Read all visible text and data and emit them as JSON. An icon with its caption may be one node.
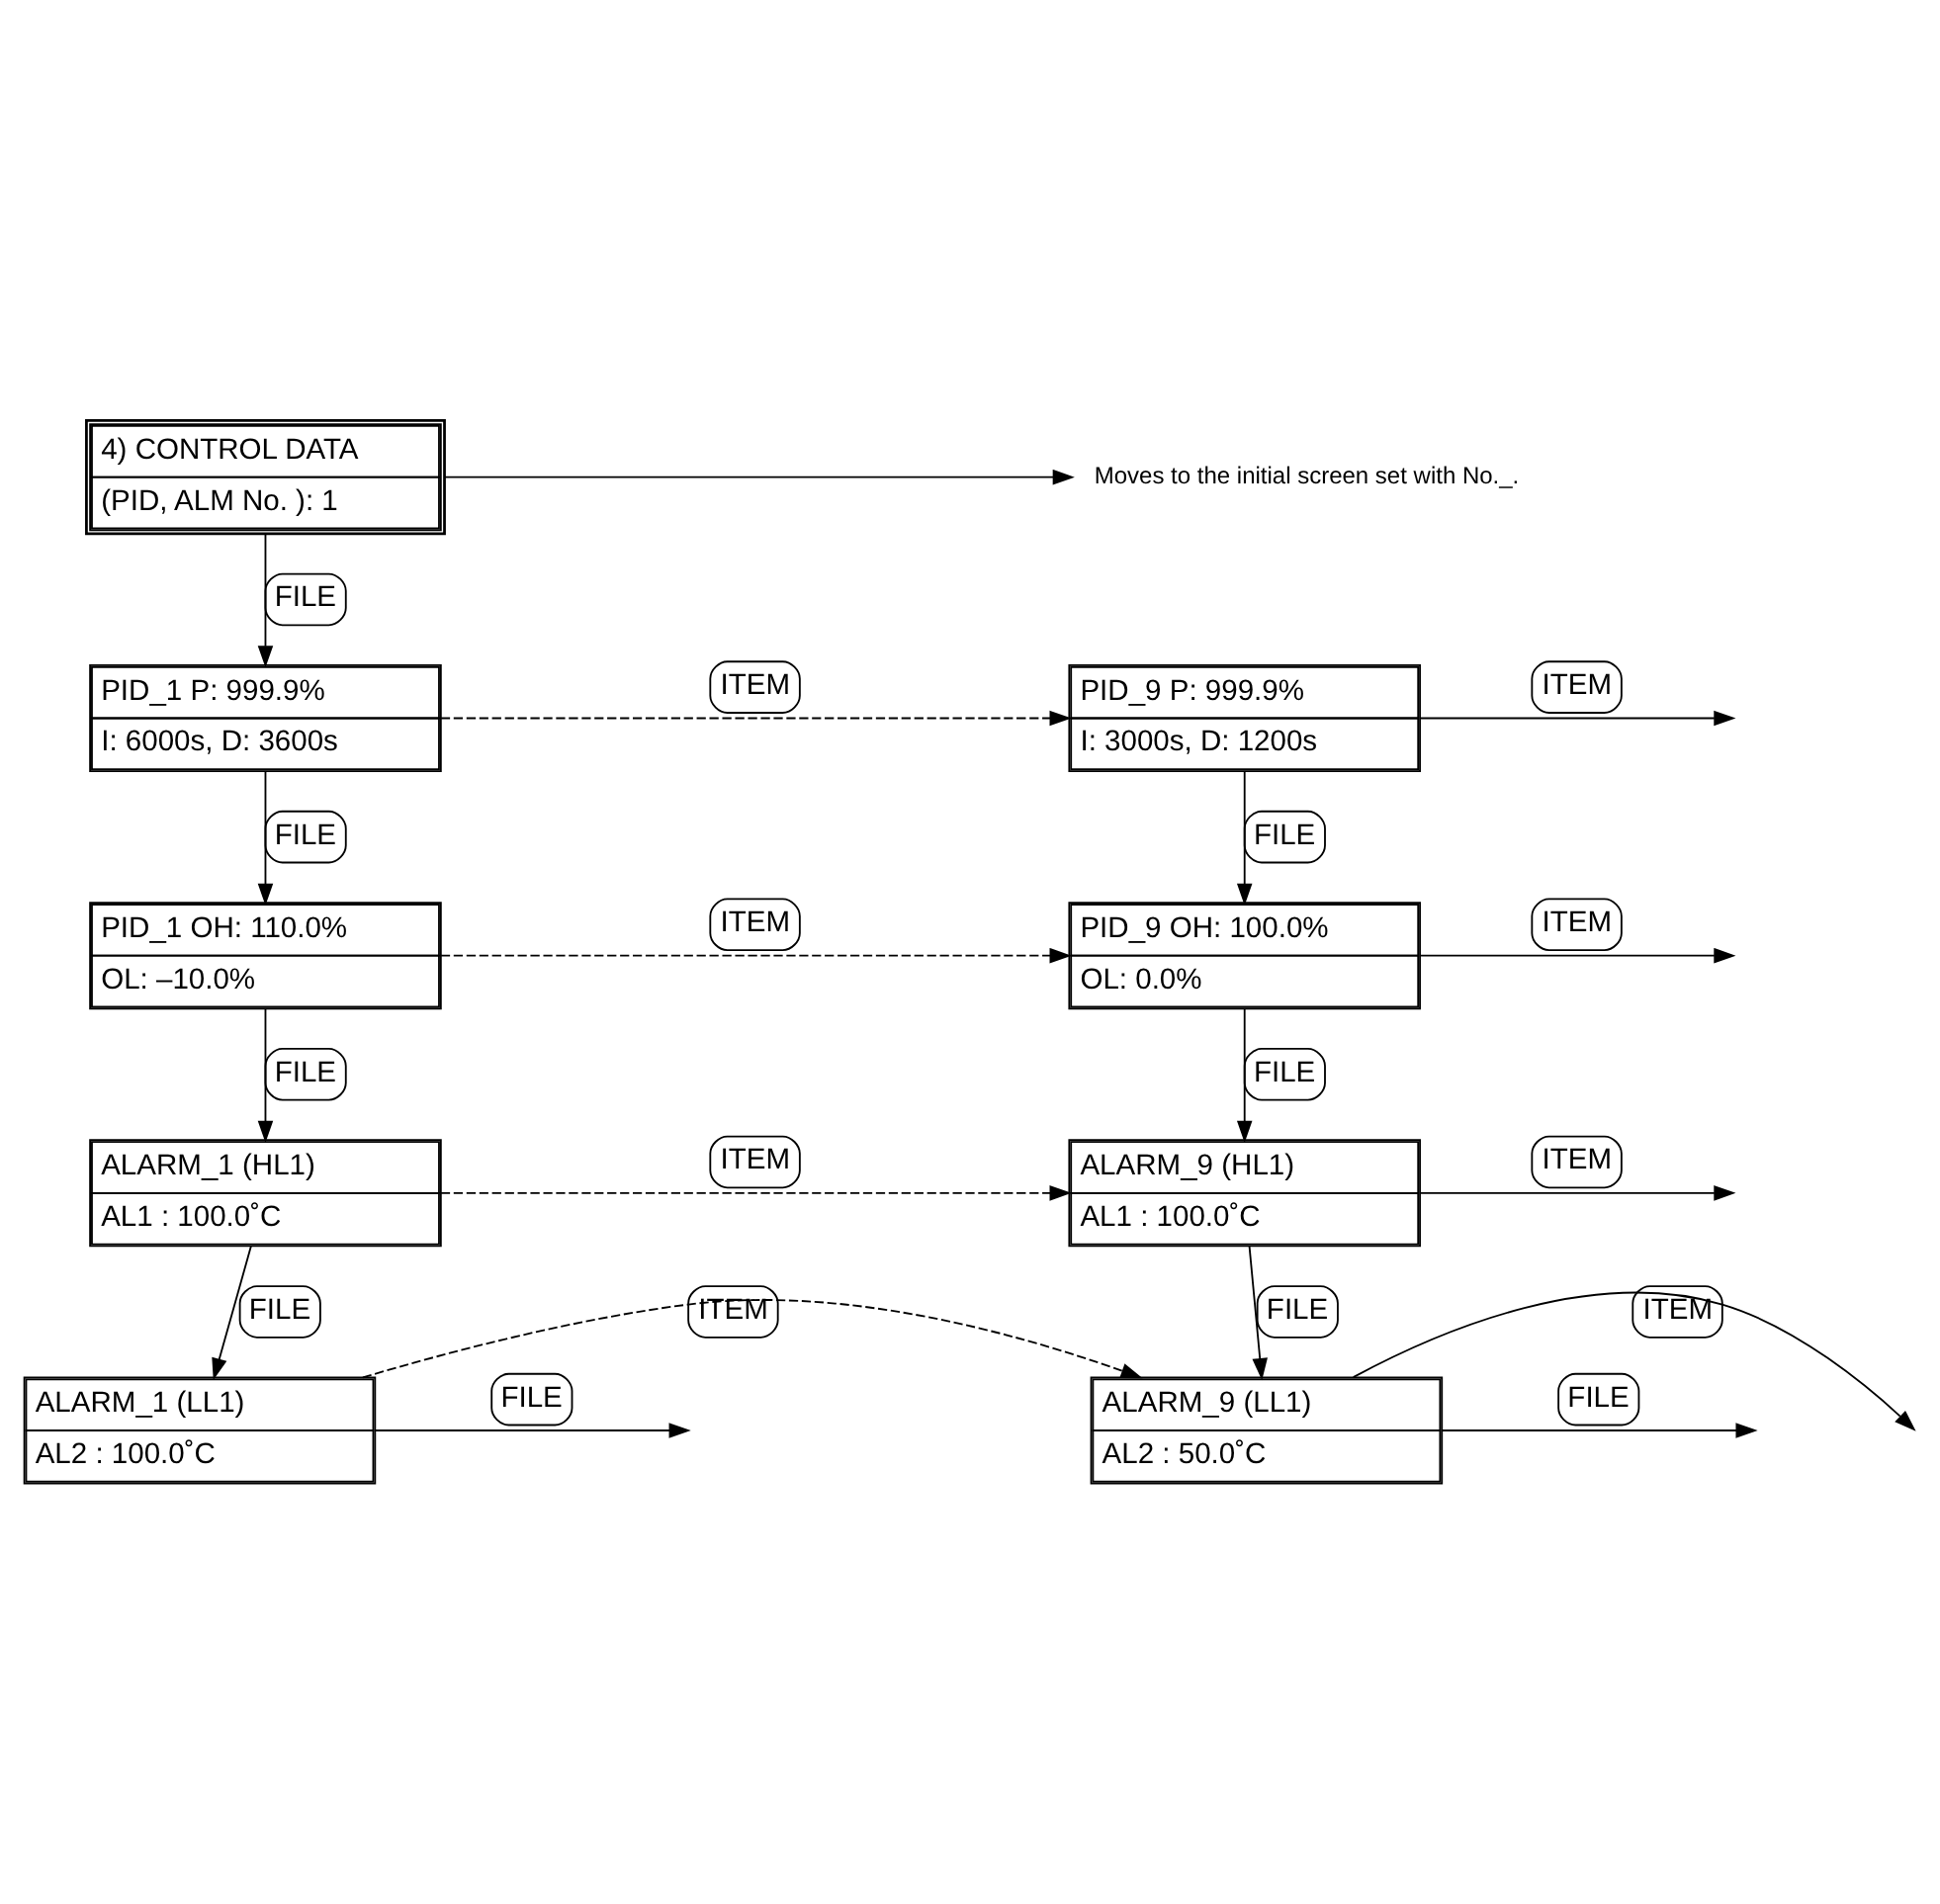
{
  "diagram": {
    "nodes": [
      {
        "text": [
          "4) CONTROL DATA",
          "(PID, ALM No. ): 1"
        ]
      },
      {
        "text": [
          "Moves to the initial screen set with No._."
        ]
      },
      {
        "text": [
          "PID_1 P: 999.9%",
          "I: 6000s, D: 3600s"
        ]
      },
      {
        "text": [
          "PID_9 P: 999.9%",
          "I: 3000s, D: 1200s"
        ]
      },
      {
        "text": [
          "PID_1 OH: 110.0%",
          "OL: –10.0%"
        ]
      },
      {
        "text": [
          "PID_9 OH: 100.0%",
          "OL: 0.0%"
        ]
      },
      {
        "text": [
          "ALARM_1 (HL1)",
          "AL1 : 100.0˚C"
        ]
      },
      {
        "text": [
          "ALARM_9 (HL1)",
          "AL1 : 100.0˚C"
        ]
      },
      {
        "text": [
          "ALARM_1 (LL1)",
          "AL2 : 100.0˚C"
        ]
      },
      {
        "text": [
          "ALARM_9 (LL1)",
          "AL2 : 50.0˚C"
        ]
      }
    ],
    "edges": [
      {
        "from": 0,
        "to": 1,
        "arrow": "to"
      },
      {
        "from": 0,
        "to": 2,
        "arrow": "to",
        "label": "FILE"
      },
      {
        "from": 2,
        "to": 3,
        "arrow": "to",
        "label": "ITEM",
        "style": "dashed"
      },
      {
        "from": 3,
        "to": null,
        "arrow": "to",
        "label": "ITEM"
      },
      {
        "from": 2,
        "to": 4,
        "arrow": "to",
        "label": "FILE"
      },
      {
        "from": 3,
        "to": 5,
        "arrow": "to",
        "label": "FILE"
      },
      {
        "from": 4,
        "to": 5,
        "arrow": "to",
        "label": "ITEM",
        "style": "dashed"
      },
      {
        "from": 5,
        "to": null,
        "arrow": "to",
        "label": "ITEM"
      },
      {
        "from": 4,
        "to": 6,
        "arrow": "to",
        "label": "FILE"
      },
      {
        "from": 5,
        "to": 7,
        "arrow": "to",
        "label": "FILE"
      },
      {
        "from": 6,
        "to": 7,
        "arrow": "to",
        "label": "ITEM",
        "style": "dashed"
      },
      {
        "from": 7,
        "to": null,
        "arrow": "to",
        "label": "ITEM"
      },
      {
        "from": 6,
        "to": 8,
        "arrow": "to",
        "label": "FILE"
      },
      {
        "from": 7,
        "to": 9,
        "arrow": "to",
        "label": "FILE"
      },
      {
        "from": 8,
        "to": 9,
        "arrow": "to",
        "label": "ITEM",
        "style": "dashed"
      },
      {
        "from": 9,
        "to": null,
        "arrow": "to",
        "label": "ITEM"
      },
      {
        "from": 8,
        "to": null,
        "arrow": "to",
        "label": "FILE"
      },
      {
        "from": 9,
        "to": null,
        "arrow": "to",
        "label": "FILE"
      }
    ]
  }
}
